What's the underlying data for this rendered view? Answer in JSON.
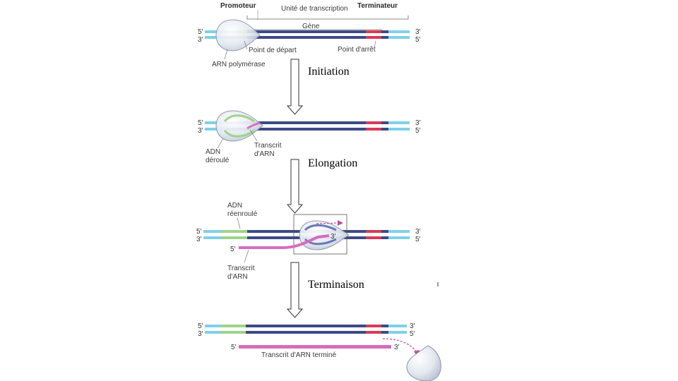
{
  "labels": {
    "promoter": "Promoteur",
    "transcription_unit": "Unité de transcription",
    "terminator": "Terminateur",
    "gene": "Gène",
    "start_point": "Point de départ",
    "stop_point": "Point d'arrêt",
    "rna_polymerase": "ARN polymérase",
    "unwound_dna_1": "ADN",
    "unwound_dna_2": "déroulé",
    "rna_transcript_1": "Transcrit",
    "rna_transcript_2": "d'ARN",
    "rewound_dna_1": "ADN",
    "rewound_dna_2": "réenroulé",
    "completed_transcript": "Transcrit d'ARN terminé"
  },
  "steps": {
    "initiation": "Initiation",
    "elongation": "Elongation",
    "termination": "Terminaison"
  },
  "ends": {
    "five": "5′",
    "three": "3′"
  },
  "colors": {
    "dna_strand": "#3d4a86",
    "promoter_segment": "#7fd0e8",
    "start_segment": "#9fd48a",
    "terminator_segment": "#d93a55",
    "rna": "#d66cc0",
    "polymerase_fill": "#dde3ec"
  }
}
